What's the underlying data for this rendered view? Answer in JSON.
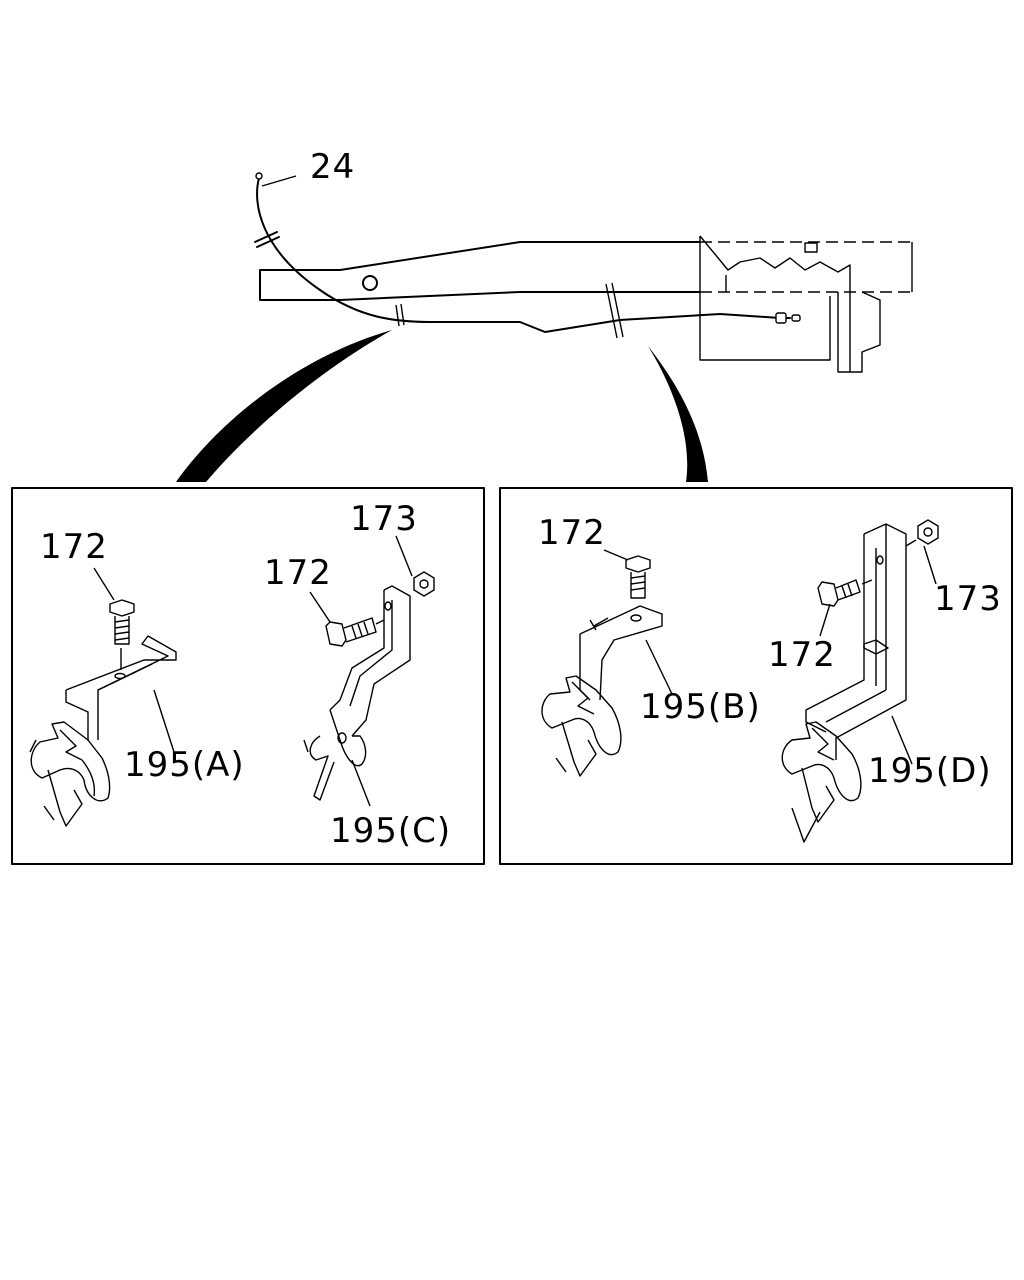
{
  "callouts": {
    "cable": "24",
    "left_bolt_a": "172",
    "left_bolt_c": "172",
    "left_nut": "173",
    "left_bracket_a": "195(A)",
    "left_bracket_c": "195(C)",
    "right_bolt_b": "172",
    "right_bolt_d": "172",
    "right_nut": "173",
    "right_bracket_b": "195(B)",
    "right_bracket_d": "195(D)"
  }
}
